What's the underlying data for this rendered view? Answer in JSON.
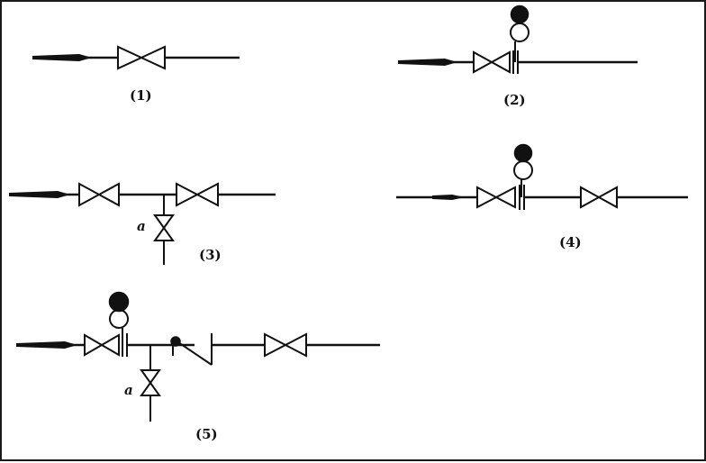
{
  "figures": [
    {
      "id": 1,
      "caption": "(1)"
    },
    {
      "id": 2,
      "caption": "(2)"
    },
    {
      "id": 3,
      "caption": "(3)",
      "branch_label": "a"
    },
    {
      "id": 4,
      "caption": "(4)"
    },
    {
      "id": 5,
      "caption": "(5)",
      "branch_label": "a"
    }
  ],
  "colors": {
    "line": "#111111",
    "background": "#ffffff"
  },
  "icons": [
    "gate-valve-icon",
    "flow-arrow-icon",
    "pressure-gauge-icon",
    "flange-icon",
    "check-valve-icon"
  ]
}
